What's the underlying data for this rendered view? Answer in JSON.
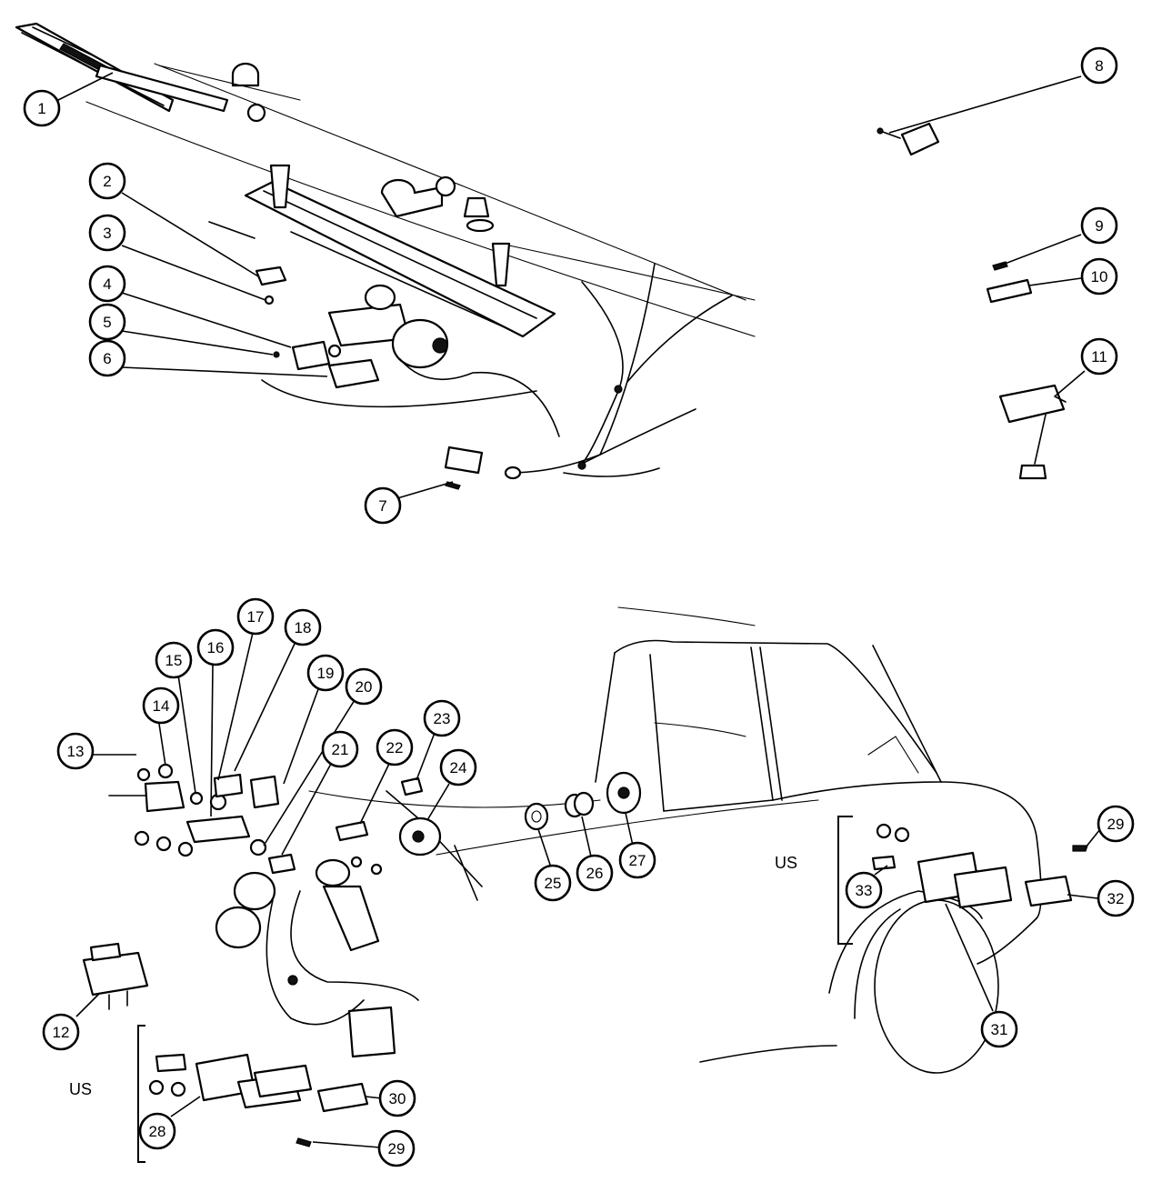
{
  "callouts": [
    {
      "label": "1"
    },
    {
      "label": "2"
    },
    {
      "label": "3"
    },
    {
      "label": "4"
    },
    {
      "label": "5"
    },
    {
      "label": "6"
    },
    {
      "label": "7"
    },
    {
      "label": "8"
    },
    {
      "label": "9"
    },
    {
      "label": "10"
    },
    {
      "label": "11"
    },
    {
      "label": "12"
    },
    {
      "label": "13"
    },
    {
      "label": "14"
    },
    {
      "label": "15"
    },
    {
      "label": "16"
    },
    {
      "label": "17"
    },
    {
      "label": "18"
    },
    {
      "label": "19"
    },
    {
      "label": "20"
    },
    {
      "label": "21"
    },
    {
      "label": "22"
    },
    {
      "label": "23"
    },
    {
      "label": "24"
    },
    {
      "label": "25"
    },
    {
      "label": "26"
    },
    {
      "label": "27"
    },
    {
      "label": "28"
    },
    {
      "label": "29"
    },
    {
      "label": "29"
    },
    {
      "label": "30"
    },
    {
      "label": "31"
    },
    {
      "label": "32"
    },
    {
      "label": "33"
    }
  ],
  "region_labels": {
    "us_right": "US",
    "us_left": "US"
  }
}
